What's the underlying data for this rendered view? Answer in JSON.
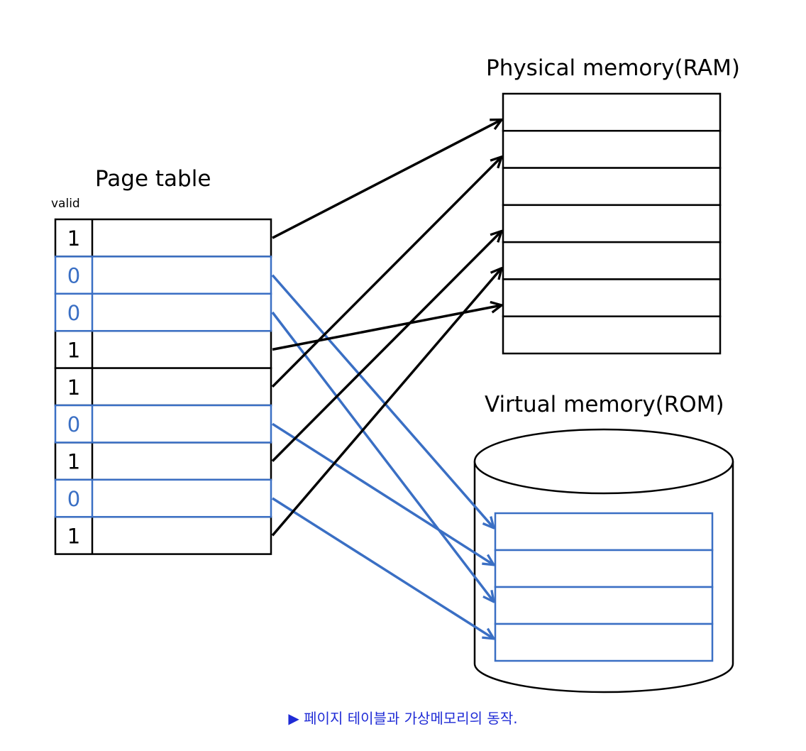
{
  "page_table": {
    "title": "Page table",
    "valid_label": "valid",
    "entries": [
      {
        "valid": "1",
        "target": "ram",
        "slot": 0
      },
      {
        "valid": "0",
        "target": "rom",
        "slot": 0
      },
      {
        "valid": "0",
        "target": "rom",
        "slot": 2
      },
      {
        "valid": "1",
        "target": "ram",
        "slot": 5
      },
      {
        "valid": "1",
        "target": "ram",
        "slot": 1
      },
      {
        "valid": "0",
        "target": "rom",
        "slot": 1
      },
      {
        "valid": "1",
        "target": "ram",
        "slot": 3
      },
      {
        "valid": "0",
        "target": "rom",
        "slot": 3
      },
      {
        "valid": "1",
        "target": "ram",
        "slot": 4
      }
    ]
  },
  "physical_memory": {
    "title": "Physical memory(RAM)",
    "slot_count": 7
  },
  "virtual_memory": {
    "title": "Virtual memory(ROM)",
    "slot_count": 4
  },
  "colors": {
    "valid": "#000000",
    "invalid": "#3a6fc4",
    "caption": "#1f2bd6"
  },
  "caption": "▶ 페이지 테이블과 가상메모리의 동작."
}
